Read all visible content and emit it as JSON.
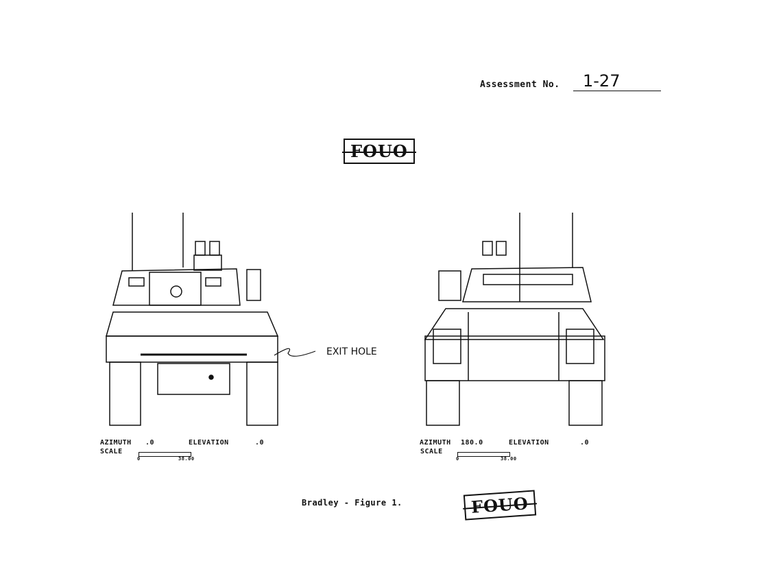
{
  "header": {
    "assessment_label": "Assessment No.",
    "assessment_value": "1-27"
  },
  "stamps": {
    "top": "FOUO",
    "bottom": "FOUO"
  },
  "annotation": {
    "exit_hole": "EXIT HOLE"
  },
  "views": [
    {
      "azimuth_label": "AZIMUTH",
      "azimuth_value": ".0",
      "elevation_label": "ELEVATION",
      "elevation_value": ".0",
      "scale_label": "SCALE",
      "scale_min": "0",
      "scale_max": "38.00"
    },
    {
      "azimuth_label": "AZIMUTH",
      "azimuth_value": "180.0",
      "elevation_label": "ELEVATION",
      "elevation_value": ".0",
      "scale_label": "SCALE",
      "scale_min": "0",
      "scale_max": "38.00"
    }
  ],
  "caption": "Bradley - Figure 1."
}
